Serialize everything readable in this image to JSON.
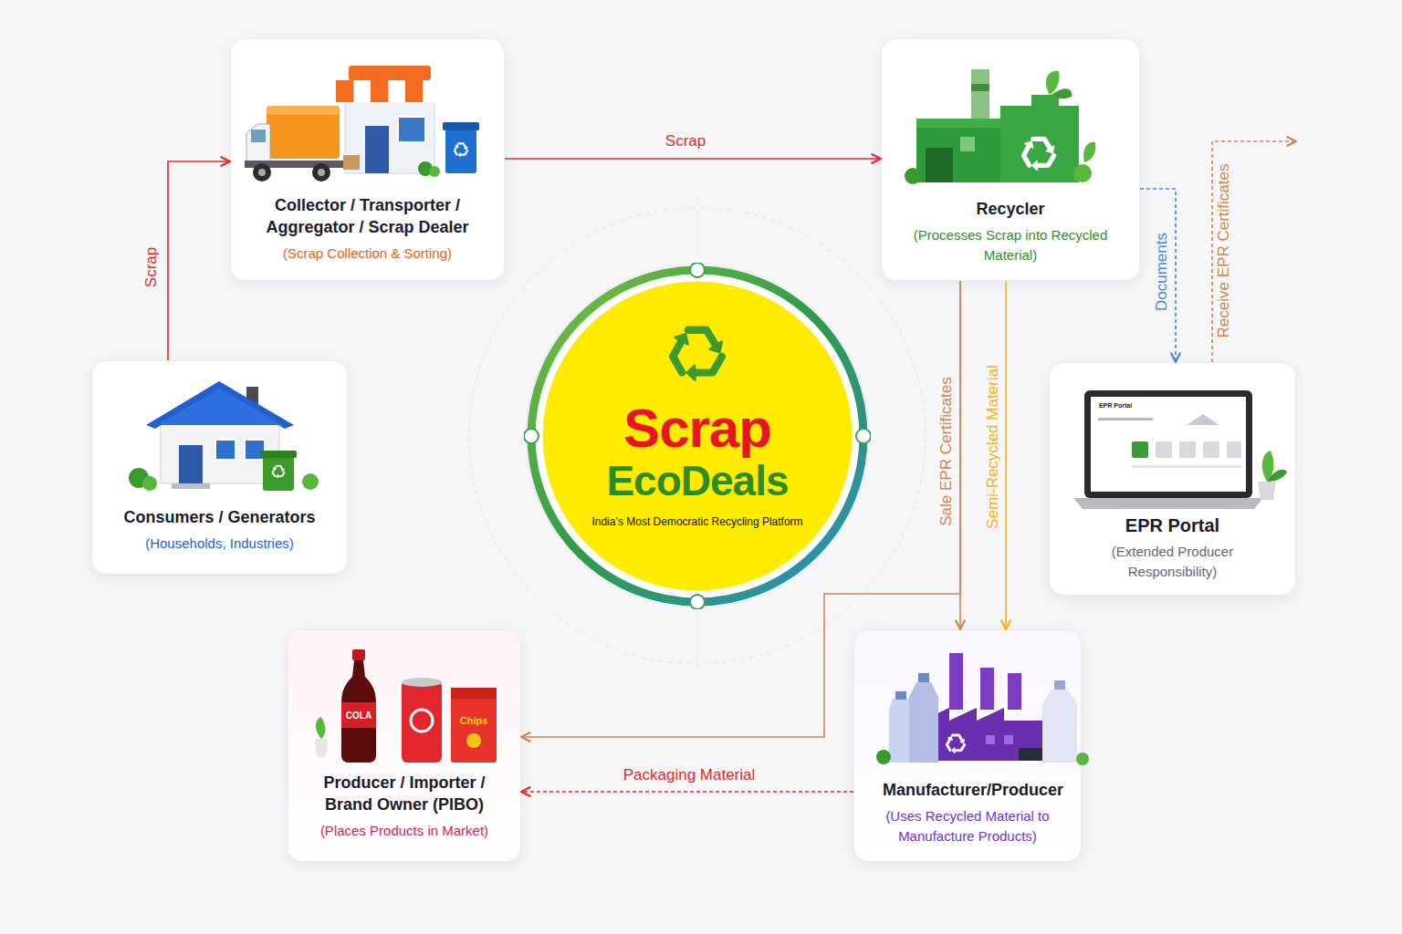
{
  "diagram": {
    "nodes": [
      {
        "text": [
          "Collector / Transporter / Aggregator / Scrap Dealer",
          "(Scrap Collection & Sorting)"
        ]
      },
      {
        "text": [
          "Recycler",
          "(Processes Scrap into Recycled Material)"
        ]
      },
      {
        "text": [
          "Scrap",
          "EcoDeals",
          "India’s Most Democratic Recycling Platform"
        ]
      },
      {
        "text": [
          "Consumers / Generators",
          "(Households, Industries)"
        ]
      },
      {
        "text": [
          "EPR Portal",
          "(Extended Producer Responsibility)"
        ]
      },
      {
        "text": [
          "Producer / Importer / Brand Owner (PIBO)",
          "(Places Products in Market)"
        ]
      },
      {
        "text": [
          "Manufacturer/Producer",
          "(Uses Recycled Material to Manufacture Products)"
        ]
      }
    ],
    "edges": [
      {
        "from": 3,
        "to": 0,
        "label": "Scrap",
        "arrow": "to"
      },
      {
        "from": 0,
        "to": 1,
        "label": "Scrap",
        "arrow": "to"
      },
      {
        "from": 1,
        "to": 4,
        "label": "Documents",
        "arrow": "to"
      },
      {
        "from": 4,
        "to": 1,
        "label": "Receive EPR Certificates",
        "arrow": "to"
      },
      {
        "from": 1,
        "to": 6,
        "label": "Sale EPR Certificates",
        "arrow": "to"
      },
      {
        "from": 1,
        "to": 5,
        "arrow": "to"
      },
      {
        "from": 1,
        "to": 6,
        "label": "Semi-Recycled Material",
        "arrow": "to"
      },
      {
        "from": 6,
        "to": 5,
        "label": "Packaging Material",
        "arrow": "to"
      }
    ],
    "labels": [
      "EPR Portal",
      "COLA",
      "Chips"
    ]
  }
}
